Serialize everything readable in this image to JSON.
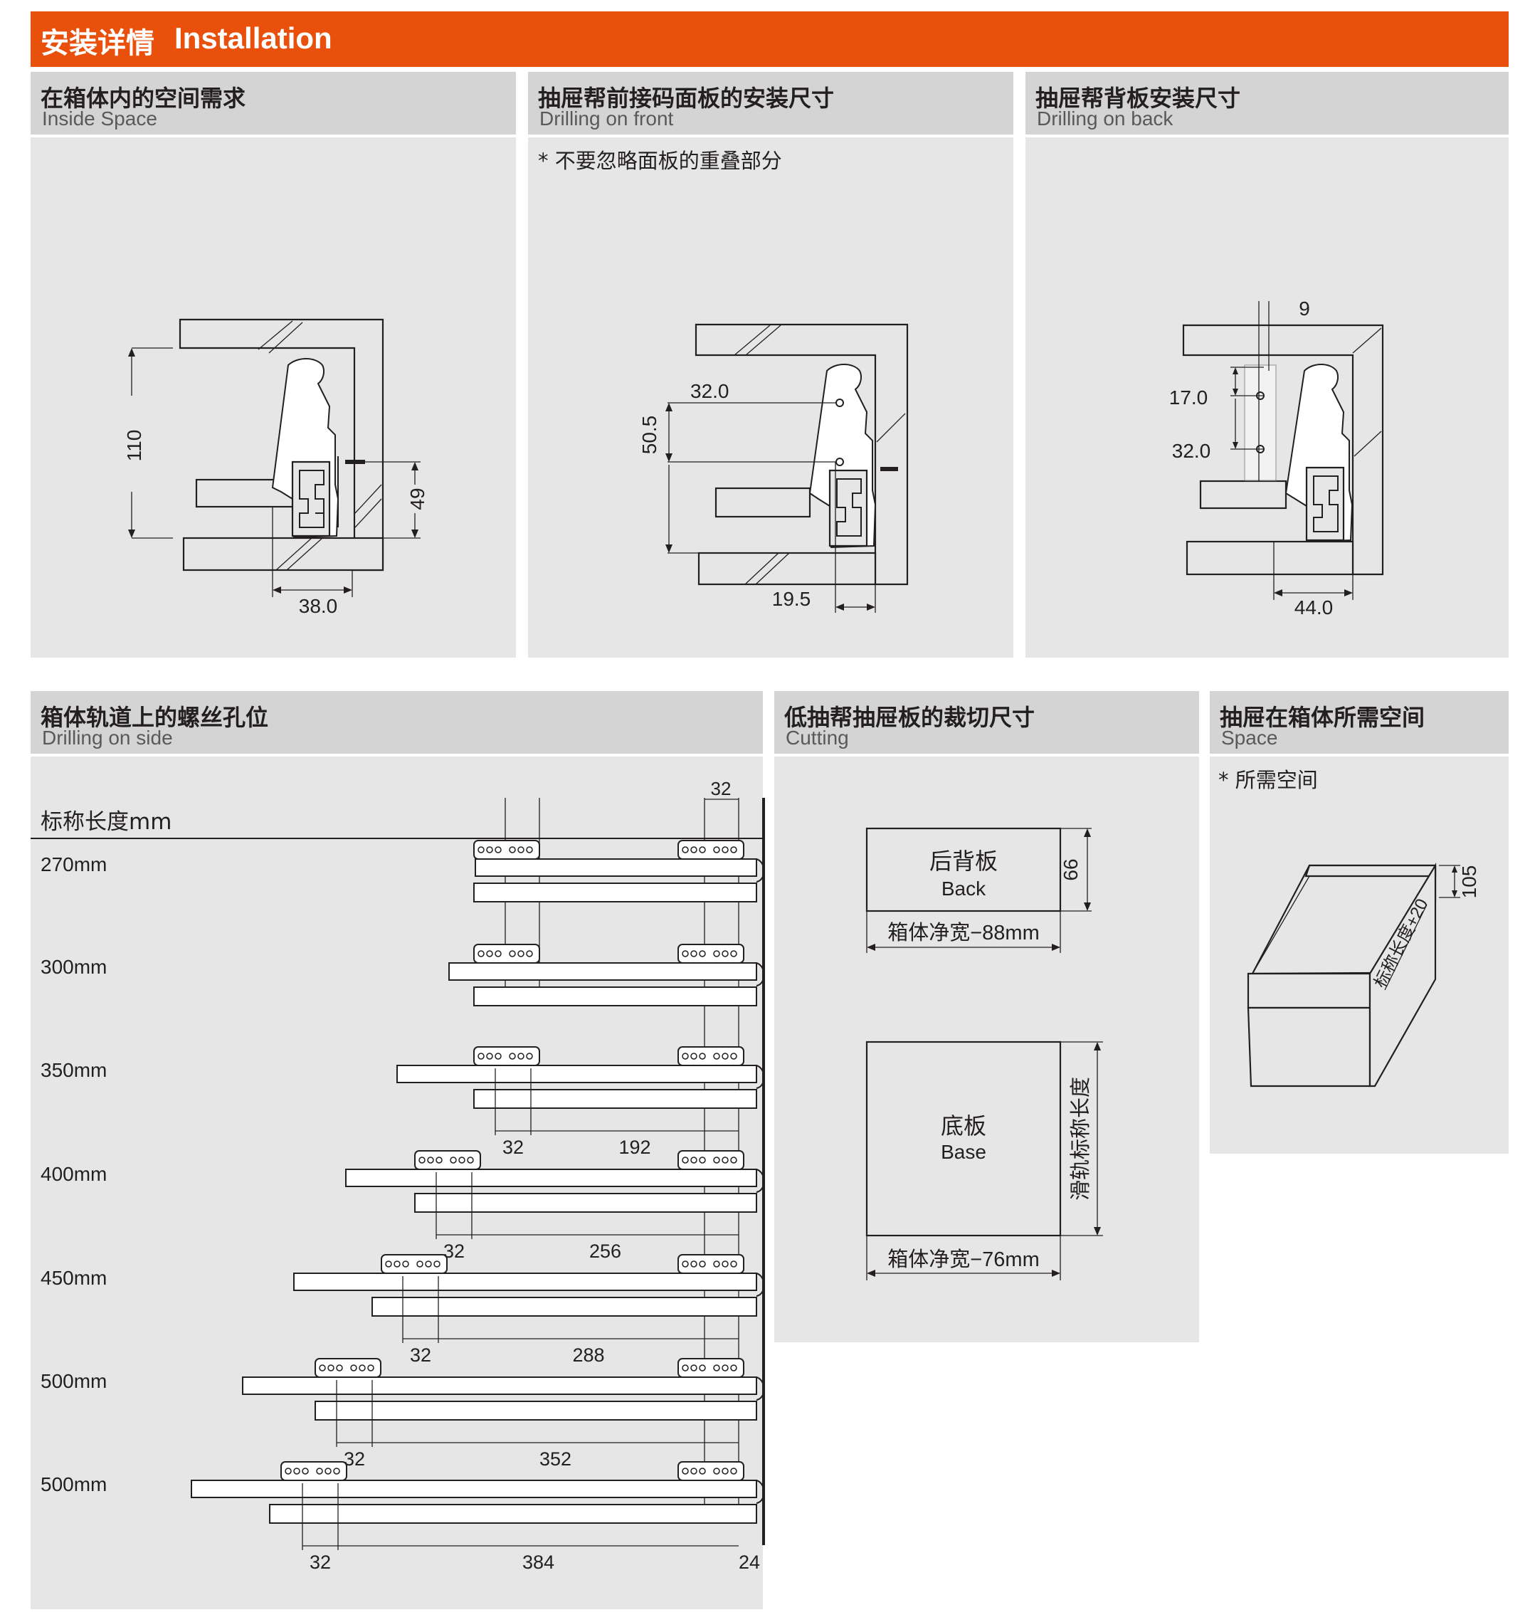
{
  "header": {
    "title_cn": "安装详情",
    "title_en": "Installation"
  },
  "panels": {
    "inside": {
      "title": "在箱体内的空间需求",
      "subtitle": "Inside Space",
      "dims": {
        "height": "110",
        "screw": "49",
        "width": "38.0"
      }
    },
    "front": {
      "title": "抽屉帮前接码面板的安装尺寸",
      "subtitle": "Drilling on front",
      "note": "* 不要忽略面板的重叠部分",
      "dims": {
        "upper": "32.0",
        "height": "50.5",
        "offset": "19.5"
      }
    },
    "back": {
      "title": "抽屉帮背板安装尺寸",
      "subtitle": "Drilling on back",
      "dims": {
        "top": "9",
        "upper": "17.0",
        "lower": "32.0",
        "width": "44.0"
      }
    },
    "side": {
      "title": "箱体轨道上的螺丝孔位",
      "subtitle": "Drilling on side",
      "column_label": "标称长度mm",
      "top_dim": "32",
      "rows": [
        {
          "label": "270mm",
          "left": "",
          "right": ""
        },
        {
          "label": "300mm",
          "left": "",
          "right": ""
        },
        {
          "label": "350mm",
          "left": "32",
          "right": "192"
        },
        {
          "label": "400mm",
          "left": "32",
          "right": "256"
        },
        {
          "label": "450mm",
          "left": "32",
          "right": "288"
        },
        {
          "label": "500mm",
          "left": "32",
          "right": "352"
        },
        {
          "label": "500mm",
          "left": "32",
          "right": "384",
          "end": "24"
        }
      ]
    },
    "cutting": {
      "title": "低抽帮抽屉板的裁切尺寸",
      "subtitle": "Cutting",
      "back_cn": "后背板",
      "back_en": "Back",
      "back_height": "66",
      "back_width": "箱体净宽−88mm",
      "base_cn": "底板",
      "base_en": "Base",
      "base_length": "滑轨标称长度",
      "base_width": "箱体净宽−76mm"
    },
    "space": {
      "title": "抽屉在箱体所需空间",
      "subtitle": "Space",
      "note": "* 所需空间",
      "height": "105",
      "depth": "标称长度+20"
    }
  }
}
